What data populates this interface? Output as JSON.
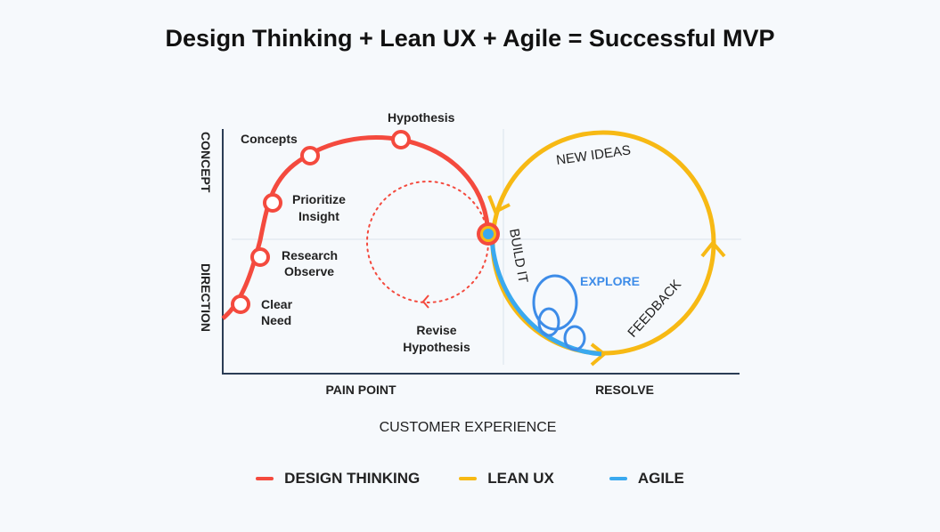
{
  "title": "Design Thinking + Lean UX + Agile = Successful MVP",
  "axes": {
    "y_top": "CONCEPT",
    "y_bottom": "DIRECTION",
    "x_left": "PAIN POINT",
    "x_right": "RESOLVE",
    "x_title": "CUSTOMER EXPERIENCE"
  },
  "design_thinking_steps": [
    "Clear",
    "Need",
    "Research",
    "Observe",
    "Prioritize",
    "Insight",
    "Concepts",
    "Hypothesis"
  ],
  "revise": [
    "Revise",
    "Hypothesis"
  ],
  "lean_labels": {
    "new_ideas": "NEW IDEAS",
    "build_it": "BUILD IT",
    "feedback": "FEEDBACK"
  },
  "agile_label": "EXPLORE",
  "legend": [
    {
      "label": "DESIGN THINKING",
      "color": "#f44a3e"
    },
    {
      "label": "LEAN UX",
      "color": "#f7b914"
    },
    {
      "label": "AGILE",
      "color": "#3aa9ef"
    }
  ],
  "colors": {
    "red": "#f44a3e",
    "yellow": "#f7b914",
    "blue": "#3aa9ef",
    "explore": "#3d8ce8"
  }
}
